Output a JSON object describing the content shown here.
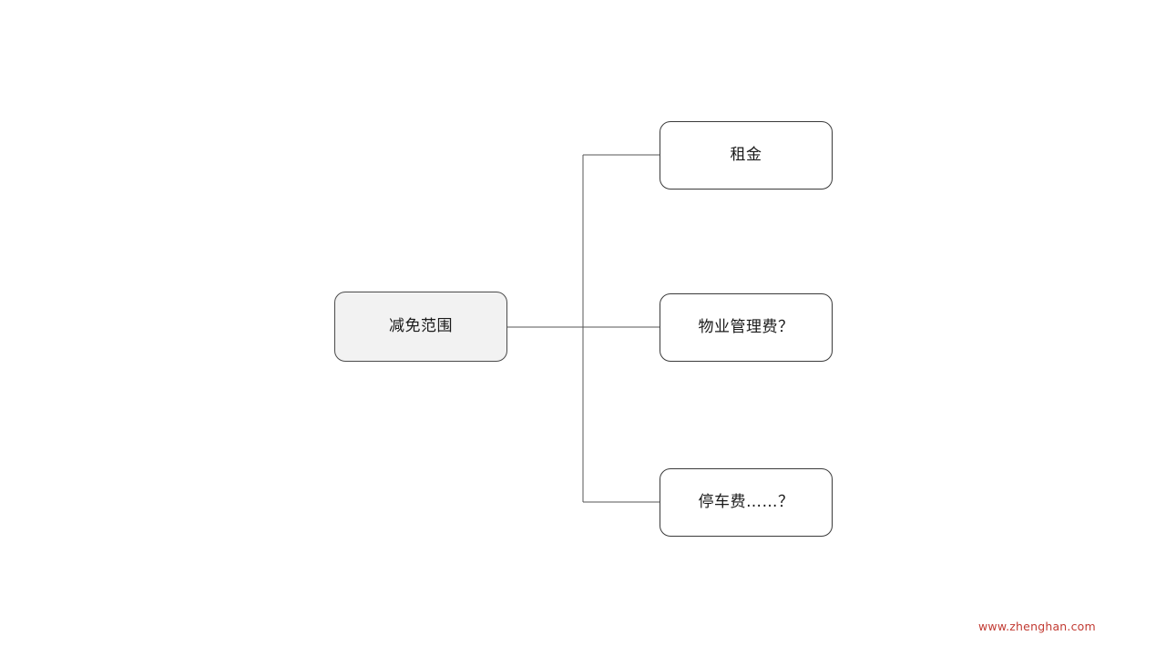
{
  "diagram": {
    "type": "tree-mindmap",
    "orientation": "left-to-right",
    "root": {
      "label": "减免范围",
      "fill_color": "#f2f2f2",
      "border_color": "#4a4a4a"
    },
    "children": [
      {
        "label": "租金",
        "fill_color": "#ffffff",
        "border_color": "#3a3a3a"
      },
      {
        "label": "物业管理费？",
        "fill_color": "#ffffff",
        "border_color": "#3a3a3a"
      },
      {
        "label": "停车费……？",
        "fill_color": "#ffffff",
        "border_color": "#3a3a3a"
      }
    ],
    "connector_color": "#555555"
  },
  "watermark": {
    "text": "www.zhenghan.com",
    "color": "#c23b33"
  }
}
